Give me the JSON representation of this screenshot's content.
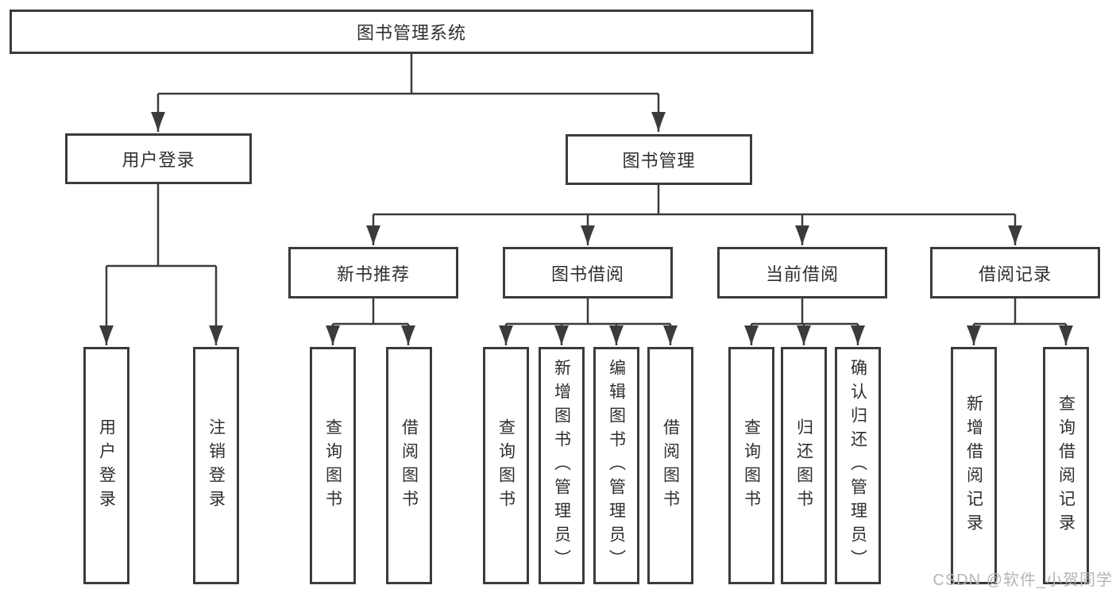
{
  "diagram": {
    "root": "图书管理系统",
    "level2": [
      "用户登录",
      "图书管理"
    ],
    "level3": [
      "新书推荐",
      "图书借阅",
      "当前借阅",
      "借阅记录"
    ],
    "leaves_user": [
      "用户登录",
      "注销登录"
    ],
    "leaves_recommend": [
      "查询图书",
      "借阅图书"
    ],
    "leaves_borrow": [
      "查询图书",
      "新增图书（管理员）",
      "编辑图书（管理员）",
      "借阅图书"
    ],
    "leaves_current": [
      "查询图书",
      "归还图书",
      "确认归还（管理员）"
    ],
    "leaves_records": [
      "新增借阅记录",
      "查询借阅记录"
    ]
  },
  "watermark": "CSDN @软件_小贺同学",
  "colors": {
    "line": "#3b3b3b",
    "text": "#2f2f2f",
    "background": "#ffffff",
    "watermark": "#b5b5b5"
  }
}
